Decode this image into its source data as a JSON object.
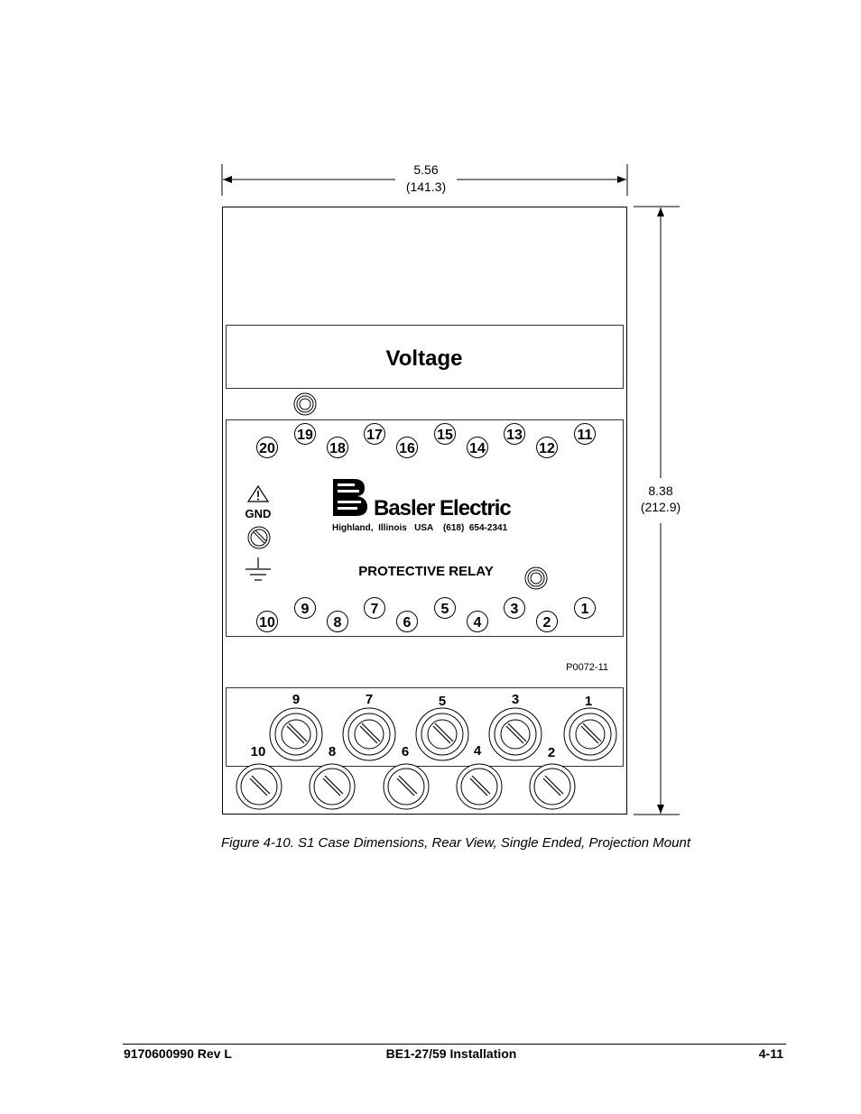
{
  "dimensions": {
    "width_in": "5.56",
    "width_mm": "(141.3)",
    "height_in": "8.38",
    "height_mm": "(212.9)"
  },
  "panel": {
    "title": "Voltage",
    "gnd_label": "GND",
    "brand": "Basler Electric",
    "address": "Highland,  Illinois   USA    (618)  654-2341",
    "product": "PROTECTIVE RELAY",
    "part_number": "P0072-11"
  },
  "terminals": {
    "top_row": [
      "19",
      "17",
      "15",
      "13",
      "11"
    ],
    "top_row_low": [
      "20",
      "18",
      "16",
      "14",
      "12"
    ],
    "bottom_row": [
      "9",
      "7",
      "5",
      "3",
      "1"
    ],
    "bottom_row_low": [
      "10",
      "8",
      "6",
      "4",
      "2"
    ]
  },
  "screw_labels": {
    "upper": [
      "9",
      "7",
      "5",
      "3",
      "1"
    ],
    "lower": [
      "10",
      "8",
      "6",
      "4",
      "2"
    ]
  },
  "caption": "Figure 4-10. S1 Case Dimensions, Rear View, Single Ended, Projection Mount",
  "footer": {
    "doc_number": "9170600990 Rev L",
    "section": "BE1-27/59 Installation",
    "page": "4-11"
  }
}
